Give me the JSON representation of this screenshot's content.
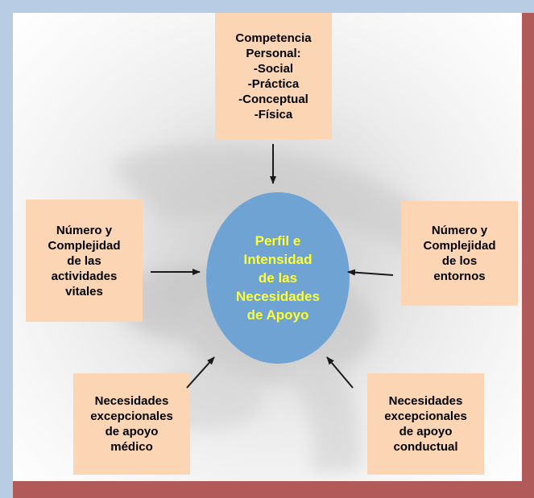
{
  "center": {
    "text": "Perfil e\nIntensidad\nde las\nNecesidades\nde Apoyo"
  },
  "boxes": {
    "top": "Competencia\nPersonal:\n-Social\n-Práctica\n-Conceptual\n-Física",
    "left": "Número y\nComplejidad\nde las\nactividades\nvitales",
    "right": "Número y\nComplejidad\nde los\nentornos",
    "bottom_left": "Necesidades\nexcepcionales\nde apoyo\nmédico",
    "bottom_right": "Necesidades\nexcepcionales\nde apoyo\nconductual"
  },
  "colors": {
    "box_fill": "#fcd5b4",
    "center_fill": "#6fa3d3",
    "center_text": "#ffff33",
    "frame_blue": "#b8cce4",
    "frame_red": "#b05a5a"
  }
}
